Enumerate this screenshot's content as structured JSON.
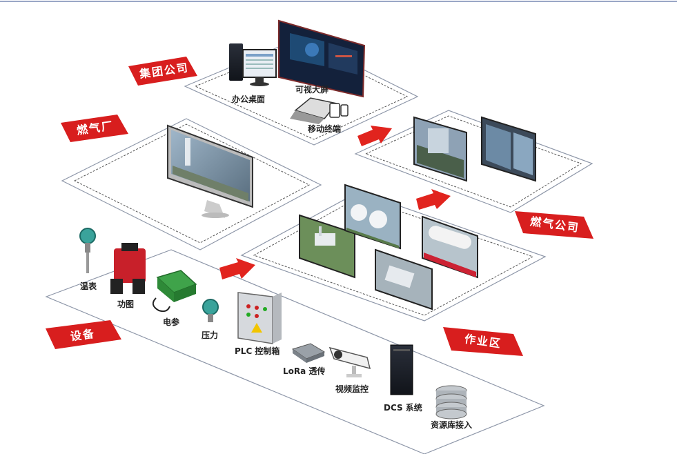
{
  "zones": {
    "group": "集团公司",
    "plant": "燃气厂",
    "company": "燃气公司",
    "work_area": "作业区",
    "equipment": "设备"
  },
  "devices": {
    "office_desktop": "办公桌面",
    "video_wall": "可视大屏",
    "mobile": "移动终端",
    "thermometer": "温表",
    "dynamometer": "功图",
    "electric_params": "电参",
    "pressure": "压力",
    "plc": "PLC 控制箱",
    "lora": "LoRa 透传",
    "video": "视频监控",
    "dcs": "DCS 系统",
    "resource_db": "资源库接入"
  },
  "colors": {
    "tag_red": "#d81e1e",
    "arrow_red": "#e1241e",
    "frame_line": "#8d96a8"
  }
}
